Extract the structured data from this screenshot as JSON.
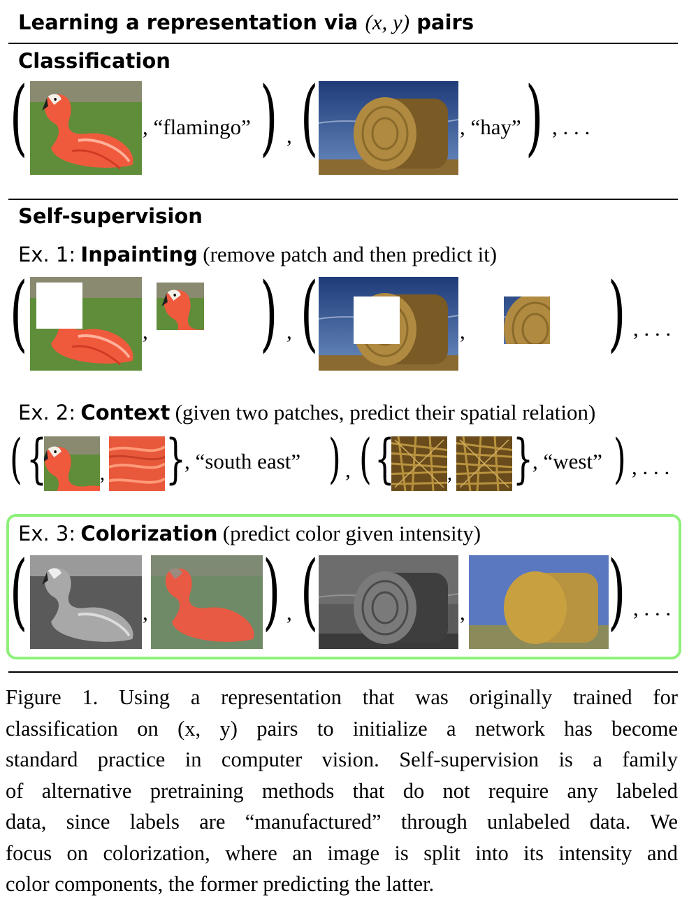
{
  "header": {
    "title_prefix": "Learning a representation via",
    "title_math": "(x, y)",
    "title_suffix": "pairs"
  },
  "classification": {
    "heading": "Classification",
    "label1": "“flamingo”",
    "label2": "“hay”",
    "ellipsis": ", . . ."
  },
  "selfsup": {
    "heading": "Self-supervision",
    "ex1": {
      "prefix": "Ex. 1:",
      "name": "Inpainting",
      "desc": "(remove patch and then predict it)"
    },
    "ex2": {
      "prefix": "Ex. 2:",
      "name": "Context",
      "desc": "(given two patches, predict their spatial relation)",
      "label1": "“south east”",
      "label2": "“west”"
    },
    "ex3": {
      "prefix": "Ex. 3:",
      "name": "Colorization",
      "desc": "(predict color given intensity)"
    },
    "ellipsis": ", . . .",
    "comma": ","
  },
  "colors": {
    "highlight_border": "#8ef07a",
    "flamingo": "#f0563c",
    "grass": "#5c8a3a",
    "sky": "#2d4f8c",
    "hay": "#a8823a"
  },
  "icons": [
    "flamingo-photo",
    "hay-bale-photo",
    "inpainting-mask",
    "grayscale-photo",
    "color-channel-photo"
  ],
  "caption": {
    "lines": [
      "Figure 1.   Using a representation that was originally trained for",
      "classification on (x, y) pairs to initialize a network has become",
      "standard practice in computer vision. Self-supervision is a family",
      "of alternative pretraining methods that do not require any labeled",
      "data, since labels are “manufactured” through unlabeled data. We",
      "focus on colorization, where an image is split into its intensity and",
      "color components, the former predicting the latter."
    ]
  }
}
